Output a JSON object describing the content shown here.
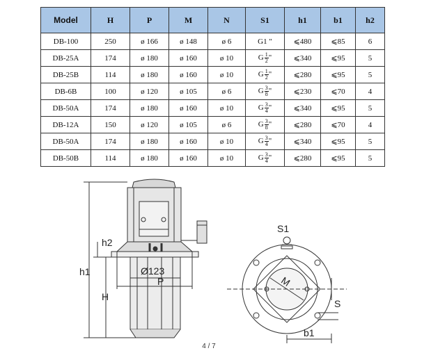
{
  "table": {
    "headers": [
      "Model",
      "H",
      "P",
      "M",
      "N",
      "S1",
      "h1",
      "b1",
      "h2"
    ],
    "rows": [
      [
        "DB-100",
        "250",
        "ø 166",
        "ø 148",
        "ø 6",
        {
          "base": "G1 \"",
          "num": "",
          "den": "",
          "suffix": ""
        },
        "⩽480",
        "⩽85",
        "6"
      ],
      [
        "DB-25A",
        "174",
        "ø 180",
        "ø 160",
        "ø 10",
        {
          "base": "G",
          "num": "1",
          "den": "2",
          "suffix": "\""
        },
        "⩽340",
        "⩽95",
        "5"
      ],
      [
        "DB-25B",
        "114",
        "ø 180",
        "ø 160",
        "ø 10",
        {
          "base": "G",
          "num": "1",
          "den": "2",
          "suffix": "\""
        },
        "⩽280",
        "⩽95",
        "5"
      ],
      [
        "DB-6B",
        "100",
        "ø 120",
        "ø 105",
        "ø 6",
        {
          "base": "G",
          "num": "3",
          "den": "8",
          "suffix": "\""
        },
        "⩽230",
        "⩽70",
        "4"
      ],
      [
        "DB-50A",
        "174",
        "ø 180",
        "ø 160",
        "ø 10",
        {
          "base": "G",
          "num": "3",
          "den": "4",
          "suffix": "\""
        },
        "⩽340",
        "⩽95",
        "5"
      ],
      [
        "DB-12A",
        "150",
        "ø 120",
        "ø 105",
        "ø 6",
        {
          "base": "G",
          "num": "3",
          "den": "8",
          "suffix": "\""
        },
        "⩽280",
        "⩽70",
        "4"
      ],
      [
        "DB-50A",
        "174",
        "ø 180",
        "ø 160",
        "ø 10",
        {
          "base": "G",
          "num": "3",
          "den": "4",
          "suffix": "\""
        },
        "⩽340",
        "⩽95",
        "5"
      ],
      [
        "DB-50B",
        "114",
        "ø 180",
        "ø 160",
        "ø 10",
        {
          "base": "G",
          "num": "3",
          "den": "4",
          "suffix": "\""
        },
        "⩽280",
        "⩽95",
        "5"
      ]
    ]
  },
  "drawing": {
    "labels": {
      "h1": "h1",
      "h2": "h2",
      "H": "H",
      "diameter": "Ø123",
      "P": "P",
      "S1": "S1",
      "M": "M",
      "S": "S",
      "b1": "b1"
    }
  },
  "page_number": "4 / 7",
  "colors": {
    "header_bg": "#a9c6e6",
    "line": "#333333"
  }
}
